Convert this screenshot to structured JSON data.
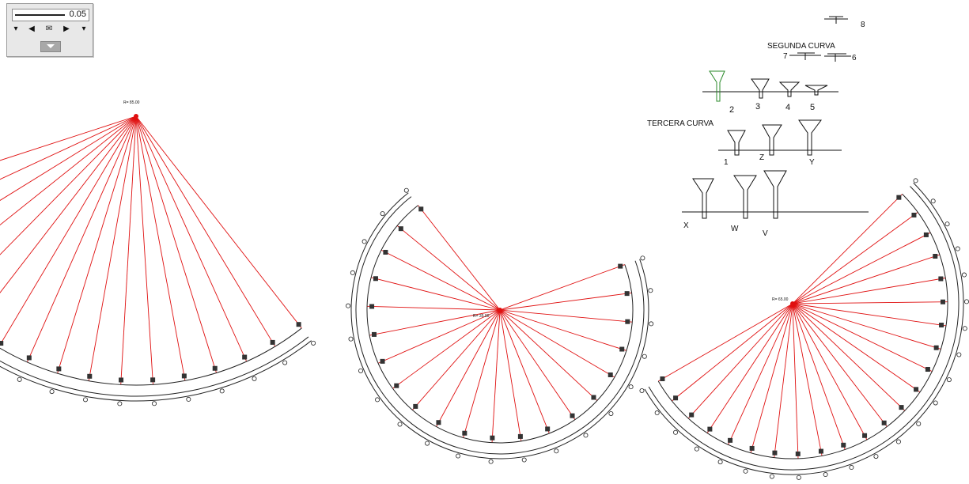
{
  "toolbar": {
    "slider_value": "0.05",
    "buttons": [
      "chevron-down-icon",
      "prev-icon",
      "envelope-icon",
      "play-icon",
      "chevron-down-icon"
    ],
    "dropdown_icon": "chevron-down-icon"
  },
  "drawing": {
    "colors": {
      "radial": "#e01010",
      "track": "#222222",
      "green": "#2a8a2a"
    },
    "titles": {
      "segunda": "SEGUNDA CURVA",
      "tercera": "TERCERA CURVA"
    },
    "section_labels_top": [
      "8",
      "7",
      "6",
      "2",
      "3",
      "4",
      "5"
    ],
    "section_labels_mid": [
      "1",
      "Z",
      "Y"
    ],
    "section_labels_bottom": [
      "X",
      "W",
      "V"
    ],
    "center_labels": [
      "R= 85.00",
      "R= 35.00",
      "R= 65.00"
    ]
  }
}
